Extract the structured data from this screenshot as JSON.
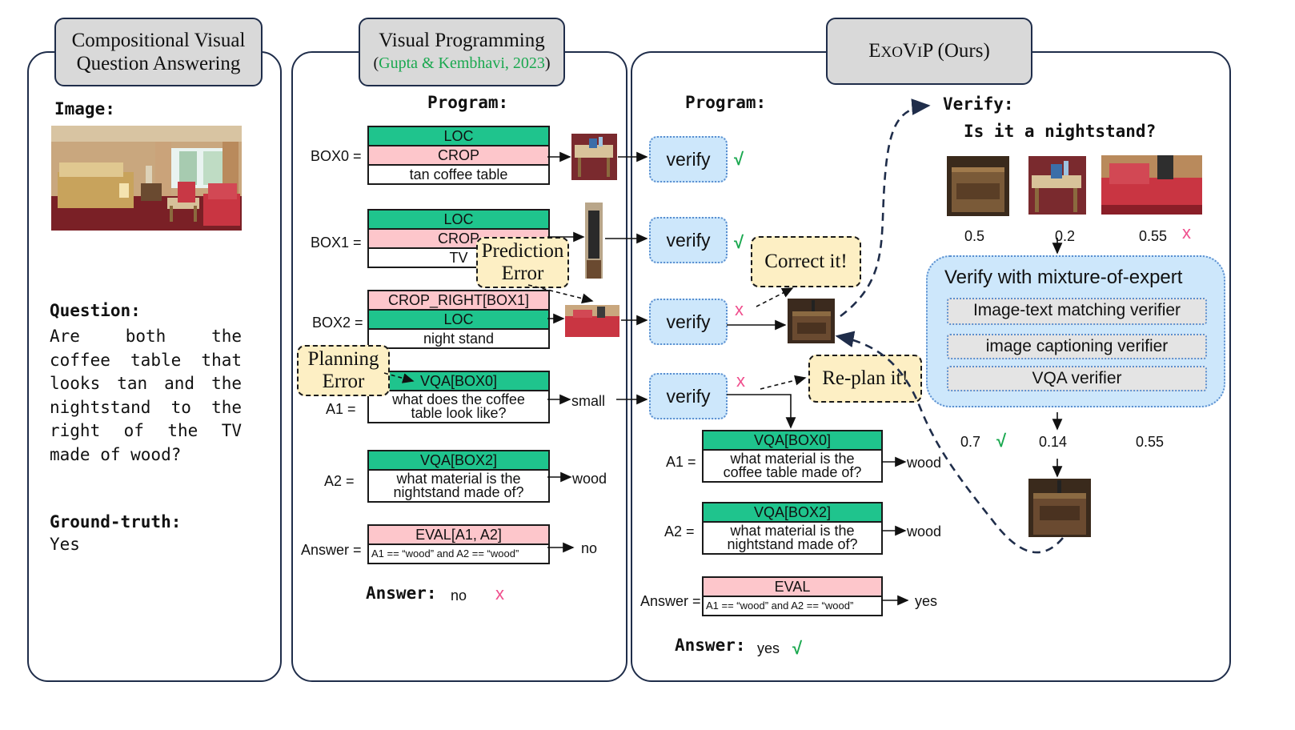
{
  "panel1": {
    "title_line1": "Compositional Visual",
    "title_line2": "Question Answering",
    "image_label": "Image:",
    "question_label": "Question:",
    "question_lines": [
      "Are both the",
      "coffee table that",
      "looks tan and the",
      "nightstand to the",
      "right of the TV",
      "made of wood?"
    ],
    "gt_label": "Ground-truth:",
    "gt_value": "Yes"
  },
  "panel2": {
    "title_line1": "Visual Programming",
    "title_cite_open": "(",
    "title_cite": "Gupta & Kembhavi, 2023",
    "title_cite_close": ")",
    "program_label": "Program:",
    "box0": {
      "var": "BOX0 =",
      "r1": "LOC",
      "r2": "CROP",
      "r3": "tan coffee table"
    },
    "box1": {
      "var": "BOX1 =",
      "r1": "LOC",
      "r2": "CROP",
      "r3": "TV"
    },
    "box2": {
      "var": "BOX2 =",
      "r1": "CROP_RIGHT[BOX1]",
      "r2": "LOC",
      "r3": "night stand"
    },
    "a1": {
      "var": "A1 =",
      "r1": "VQA[BOX0]",
      "r2a": "what does the coffee",
      "r2b": "table look like?",
      "out": "small"
    },
    "a2": {
      "var": "A2 =",
      "r1": "VQA[BOX2]",
      "r2a": "what material is the",
      "r2b": "nightstand made of?",
      "out": "wood"
    },
    "ans": {
      "var": "Answer =",
      "r1": "EVAL[A1, A2]",
      "r2": "A1 == “wood” and A2 == “wood”",
      "out": "no"
    },
    "answer_label": "Answer:",
    "answer_value": "no",
    "prediction_error_1": "Prediction",
    "prediction_error_2": "Error",
    "planning_error_1": "Planning",
    "planning_error_2": "Error"
  },
  "panel3": {
    "title_e": "E",
    "title_xo": "XO",
    "title_v": "V",
    "title_i": "I",
    "title_p": "P",
    "title_rest": " (Ours)",
    "program_label": "Program:",
    "verify_label": "verify",
    "check": "√",
    "cross": "x",
    "correct_it": "Correct it!",
    "replan_it": "Re-plan it!",
    "a1": {
      "var": "A1 =",
      "r1": "VQA[BOX0]",
      "r2a": "what material is the",
      "r2b": "coffee table made of?",
      "out": "wood"
    },
    "a2": {
      "var": "A2 =",
      "r1": "VQA[BOX2]",
      "r2a": "what material is the",
      "r2b": "nightstand made of?",
      "out": "wood"
    },
    "ans": {
      "var": "Answer =",
      "r1": "EVAL",
      "r2": "A1 == “wood” and A2 == “wood”",
      "out": "yes"
    },
    "answer_label": "Answer:",
    "answer_value": "yes",
    "verify_title": "Verify:",
    "verify_question": "Is it a nightstand?",
    "scores_top": [
      "0.5",
      "0.2",
      "0.55"
    ],
    "moe_title": "Verify with mixture-of-expert",
    "verifiers": [
      "Image-text matching verifier",
      "image captioning verifier",
      "VQA verifier"
    ],
    "scores_bottom": [
      "0.7",
      "0.14",
      "0.55"
    ]
  },
  "colors": {
    "green_row": "#1fc48d",
    "pink_row": "#fdc6cb",
    "verify_fill": "#cde7fb",
    "note_fill": "#fdefc4",
    "check": "#1aa84f",
    "cross": "#f0508e",
    "border": "#1f2d4a"
  }
}
